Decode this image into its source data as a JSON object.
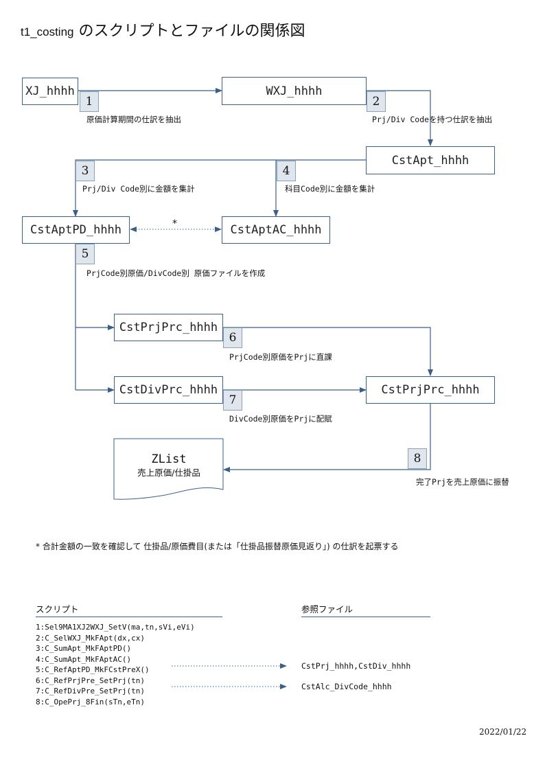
{
  "title": {
    "code": "t1_costing",
    "text": " のスクリプトとファイルの関係図"
  },
  "boxes": {
    "xj": "XJ_hhhh",
    "wxj": "WXJ_hhhh",
    "cstapt": "CstApt_hhhh",
    "cstaptpd": "CstAptPD_hhhh",
    "cstaptac": "CstAptAC_hhhh",
    "cstprjprc_a": "CstPrjPrc_hhhh",
    "cstdivprc": "CstDivPrc_hhhh",
    "cstprjprc_b": "CstPrjPrc_hhhh"
  },
  "zlist": {
    "name": "ZList",
    "desc": "売上原価/仕掛品"
  },
  "steps": [
    {
      "num": "1",
      "label": "原価計算期間の仕訳を抽出"
    },
    {
      "num": "2",
      "label": "Prj/Div Codeを持つ仕訳を抽出"
    },
    {
      "num": "3",
      "label": "Prj/Div Code別に金額を集計"
    },
    {
      "num": "4",
      "label": "科目Code別に金額を集計"
    },
    {
      "num": "5",
      "label": "PrjCode別原価/DivCode別 原価ファイルを作成"
    },
    {
      "num": "6",
      "label": "PrjCode別原価をPrjに直課"
    },
    {
      "num": "7",
      "label": "DivCode別原価をPrjに配賦"
    },
    {
      "num": "8",
      "label": "完了Prjを売上原価に振替"
    }
  ],
  "star": "*",
  "footnote": "* 合計金額の一致を確認して 仕掛品/原価費目(または「仕掛品振替原価見返り」) の仕訳を起票する",
  "scripts_header": "スクリプト",
  "refs_header": "参照ファイル",
  "scripts": [
    "1:Sel9MA1XJ2WXJ_SetV(ma,tn,sVi,eVi)",
    "2:C_SelWXJ_MkFApt(dx,cx)",
    "3:C_SumApt_MkFAptPD()",
    "4:C_SumApt_MkFAptAC()",
    "5:C_RefAptPD_MkFCstPreX()",
    "6:C_RefPrjPre_SetPrj(tn)",
    "7:C_RefDivPre_SetPrj(tn)",
    "8:C_OpePrj_8Fin(sTn,eTn)"
  ],
  "refs": [
    "CstPrj_hhhh,CstDiv_hhhh",
    "CstAlc_DivCode_hhhh"
  ],
  "date": "2022/01/22",
  "colors": {
    "line": "#3a5f8a",
    "box_border": "#3a5f8a",
    "num_bg": "#dfe6ed"
  }
}
